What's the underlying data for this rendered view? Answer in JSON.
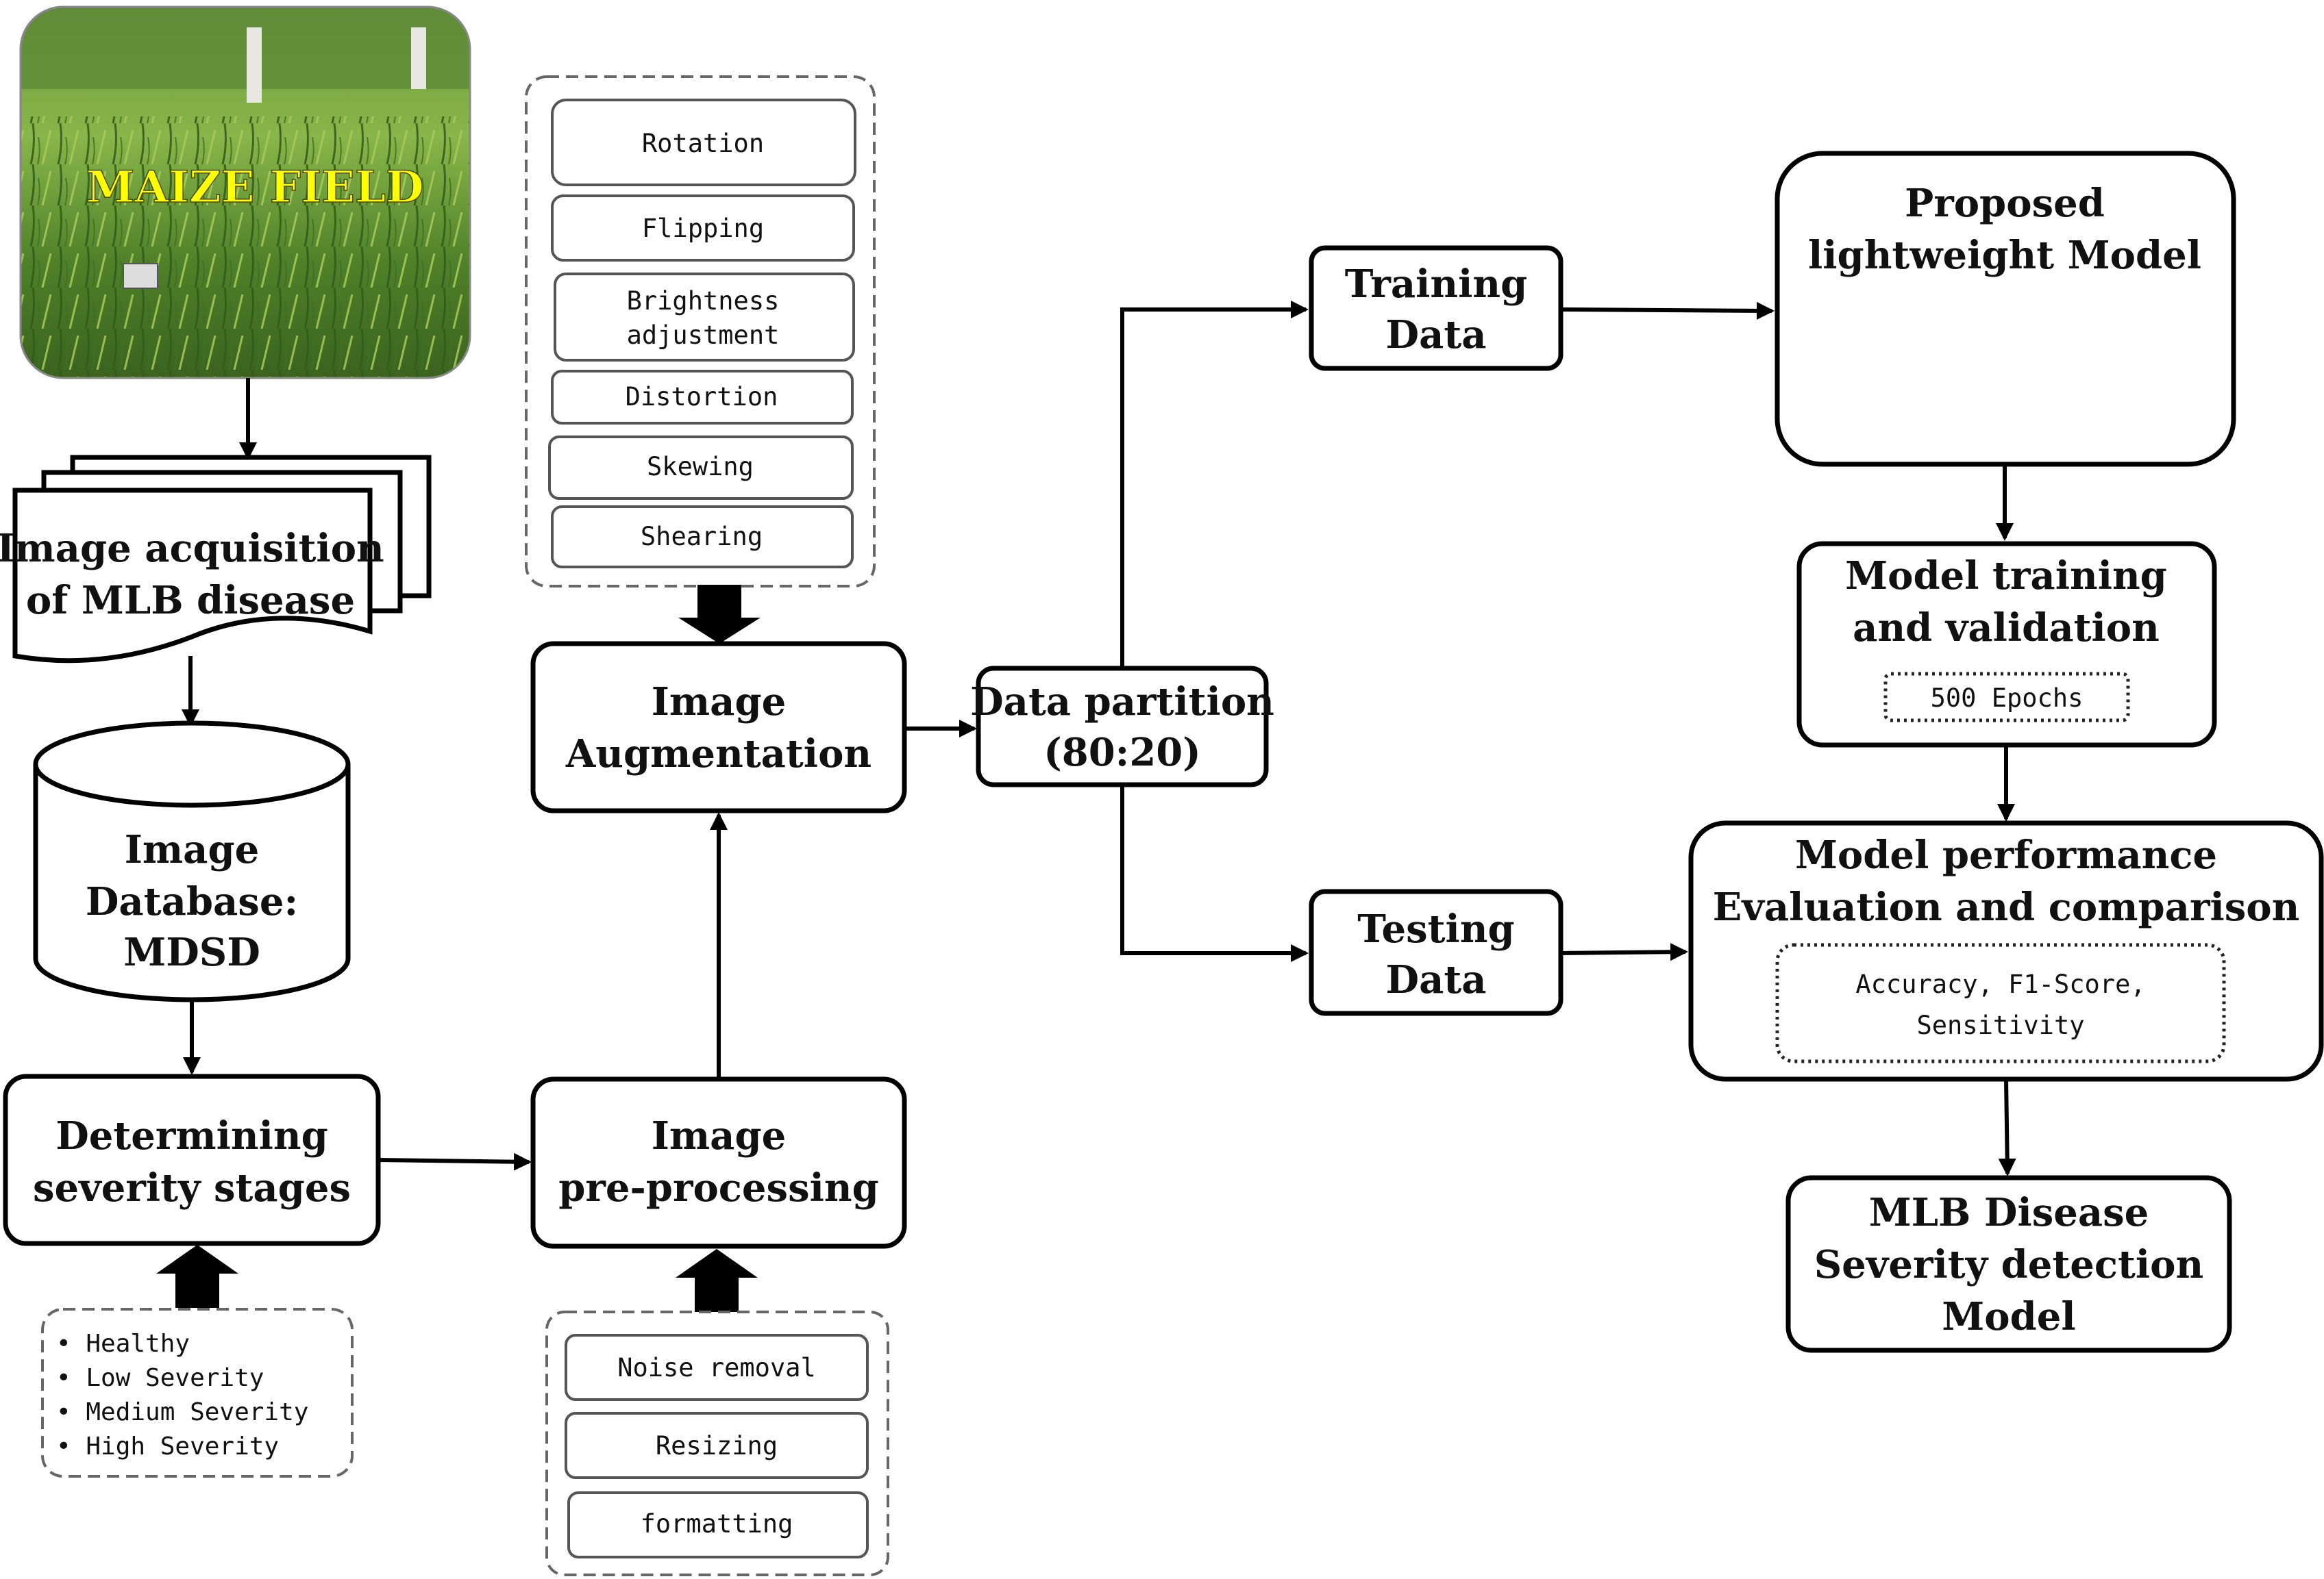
{
  "field": {
    "label": "MAIZE FIELD"
  },
  "acquisition": {
    "line1": "Image acquisition",
    "line2": "of MLB disease"
  },
  "database": {
    "line1": "Image",
    "line2": "Database:",
    "line3": "MDSD"
  },
  "severity": {
    "line1": "Determining",
    "line2": "severity stages"
  },
  "severity_list": [
    "• Healthy",
    "• Low Severity",
    "• Medium Severity",
    "• High Severity"
  ],
  "preprocessing": {
    "line1": "Image",
    "line2": "pre-processing"
  },
  "preprocessing_steps": [
    "Noise removal",
    "Resizing",
    "formatting"
  ],
  "augmentation": {
    "line1": "Image",
    "line2": "Augmentation"
  },
  "augmentation_steps": [
    {
      "line1": "Rotation"
    },
    {
      "line1": "Flipping"
    },
    {
      "line1": "Brightness",
      "line2": "adjustment"
    },
    {
      "line1": "Distortion"
    },
    {
      "line1": "Skewing"
    },
    {
      "line1": "Shearing"
    }
  ],
  "partition": {
    "line1": "Data partition",
    "line2": "(80:20)"
  },
  "training": {
    "line1": "Training",
    "line2": "Data"
  },
  "testing": {
    "line1": "Testing",
    "line2": "Data"
  },
  "proposed": {
    "line1": "Proposed",
    "line2": "lightweight Model"
  },
  "model_training": {
    "line1": "Model training",
    "line2": "and validation",
    "epochs": "500 Epochs"
  },
  "evaluation": {
    "line1": "Model performance",
    "line2": "Evaluation and comparison",
    "metrics1": "Accuracy, F1-Score,",
    "metrics2": "Sensitivity"
  },
  "final": {
    "line1": "MLB Disease",
    "line2": "Severity detection",
    "line3": "Model"
  },
  "colors": {
    "field_text": "#ffff00",
    "grass_dark": "#3d6b1f",
    "grass_light": "#7fae3c"
  }
}
